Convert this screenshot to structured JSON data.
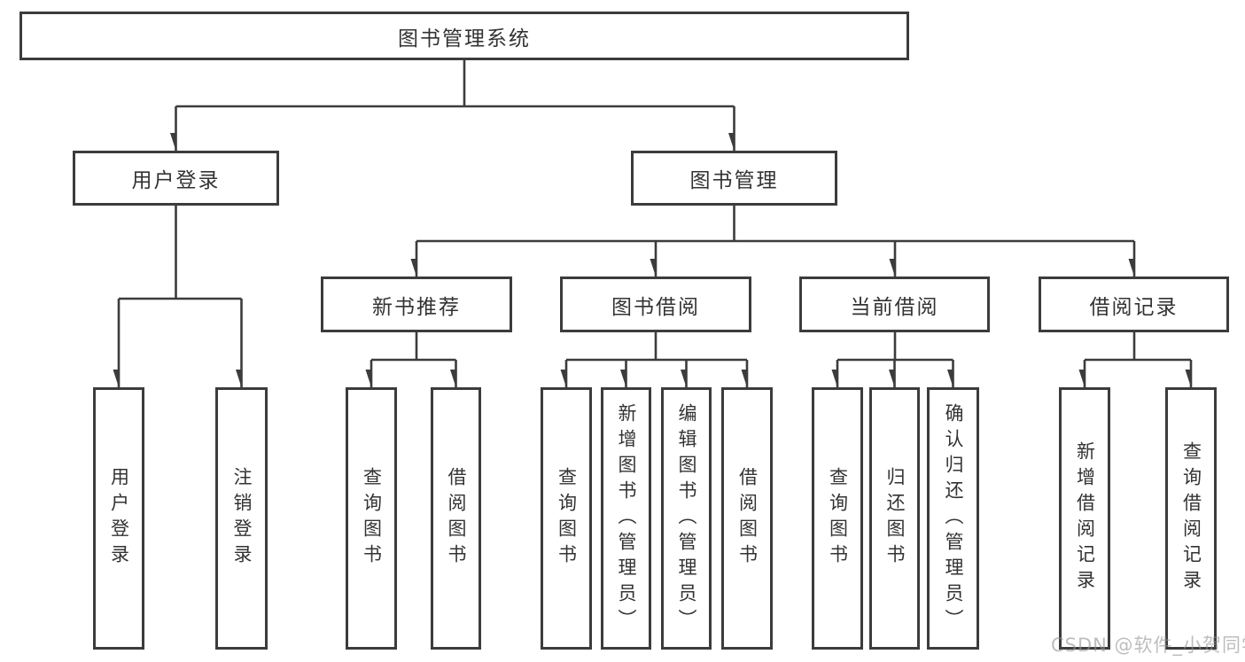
{
  "diagram": {
    "kind": "hierarchy-tree",
    "language": "zh-CN"
  },
  "colors": {
    "line": "#3c3c3c",
    "box_border": "#3c3c3c",
    "box_background": "#ffffff",
    "text": "#333333",
    "page_background": "#ffffff",
    "watermark": "#949494"
  },
  "watermark": {
    "text": "CSDN @软件_小贺同学"
  },
  "tree": {
    "root": {
      "label": "图书管理系统",
      "children": [
        {
          "label": "用户登录",
          "children": [
            {
              "label": "用户登录"
            },
            {
              "label": "注销登录"
            }
          ]
        },
        {
          "label": "图书管理",
          "children": [
            {
              "label": "新书推荐",
              "children": [
                {
                  "label": "查询图书"
                },
                {
                  "label": "借阅图书"
                }
              ]
            },
            {
              "label": "图书借阅",
              "children": [
                {
                  "label": "查询图书"
                },
                {
                  "label": "新增图书（管理员）"
                },
                {
                  "label": "编辑图书（管理员）"
                },
                {
                  "label": "借阅图书"
                }
              ]
            },
            {
              "label": "当前借阅",
              "children": [
                {
                  "label": "查询图书"
                },
                {
                  "label": "归还图书"
                },
                {
                  "label": "确认归还（管理员）"
                }
              ]
            },
            {
              "label": "借阅记录",
              "children": [
                {
                  "label": "新增借阅记录"
                },
                {
                  "label": "查询借阅记录"
                }
              ]
            }
          ]
        }
      ]
    }
  }
}
